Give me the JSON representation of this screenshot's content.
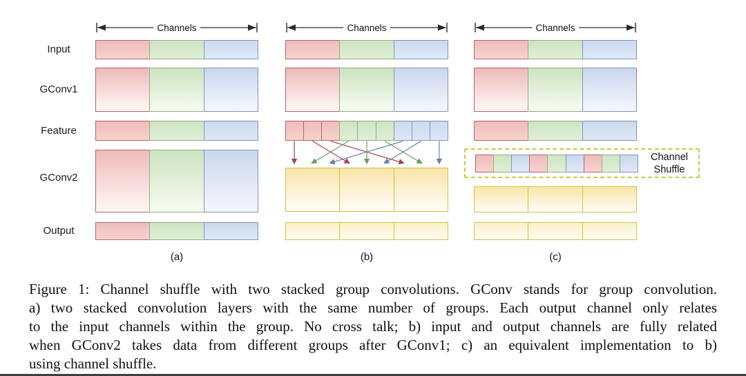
{
  "figure": {
    "channels_label": "Channels",
    "row_labels": {
      "input": "Input",
      "gconv1": "GConv1",
      "feature": "Feature",
      "gconv2": "GConv2",
      "output": "Output"
    },
    "panels": {
      "a": "(a)",
      "b": "(b)",
      "c": "(c)"
    },
    "channel_shuffle_label_line1": "Channel",
    "channel_shuffle_label_line2": "Shuffle",
    "groups": [
      "red",
      "green",
      "blue"
    ],
    "yellow_groups": [
      "yellow",
      "yellow",
      "yellow"
    ],
    "feature_cells": [
      "red",
      "red",
      "red",
      "green",
      "green",
      "green",
      "blue",
      "blue",
      "blue"
    ],
    "shuffle_cells": [
      "red",
      "green",
      "blue",
      "red",
      "green",
      "blue",
      "red",
      "green",
      "blue"
    ],
    "shuffle_mapping": [
      0,
      3,
      6,
      1,
      4,
      7,
      2,
      5,
      8
    ],
    "colors": {
      "red_top": "#efbcbc",
      "red_mid": "#f8d2ce",
      "red_bottom": "#fdf4f2",
      "red_border": "#b4646c",
      "red_arrow": "#a64452",
      "green_top": "#cee4c1",
      "green_mid": "#e0efd6",
      "green_bottom": "#f5faf0",
      "green_border": "#92ad85",
      "green_arrow": "#6f9a5e",
      "blue_top": "#ccd8ee",
      "blue_mid": "#dfe8f6",
      "blue_bottom": "#f2f5fb",
      "blue_border": "#8094bd",
      "blue_arrow": "#697ea8",
      "yellow_top": "#f9e6ac",
      "yellow_mid": "#fcf0c9",
      "yellow_bottom": "#fefbf2",
      "yellow_border": "#d2c23e",
      "dash_border": "#c8c84e",
      "line_color": "#2a2a2a"
    }
  },
  "caption": {
    "lines": [
      "Figure 1: Channel shuffle with two stacked group convolutions. GConv stands for group convolution.",
      "a) two stacked convolution layers with the same number of groups. Each output channel only relates",
      "to the input channels within the group. No cross talk; b) input and output channels are fully related",
      "when GConv2 takes data from different groups after GConv1; c) an equivalent implementation to b)",
      "using channel shuffle."
    ]
  }
}
